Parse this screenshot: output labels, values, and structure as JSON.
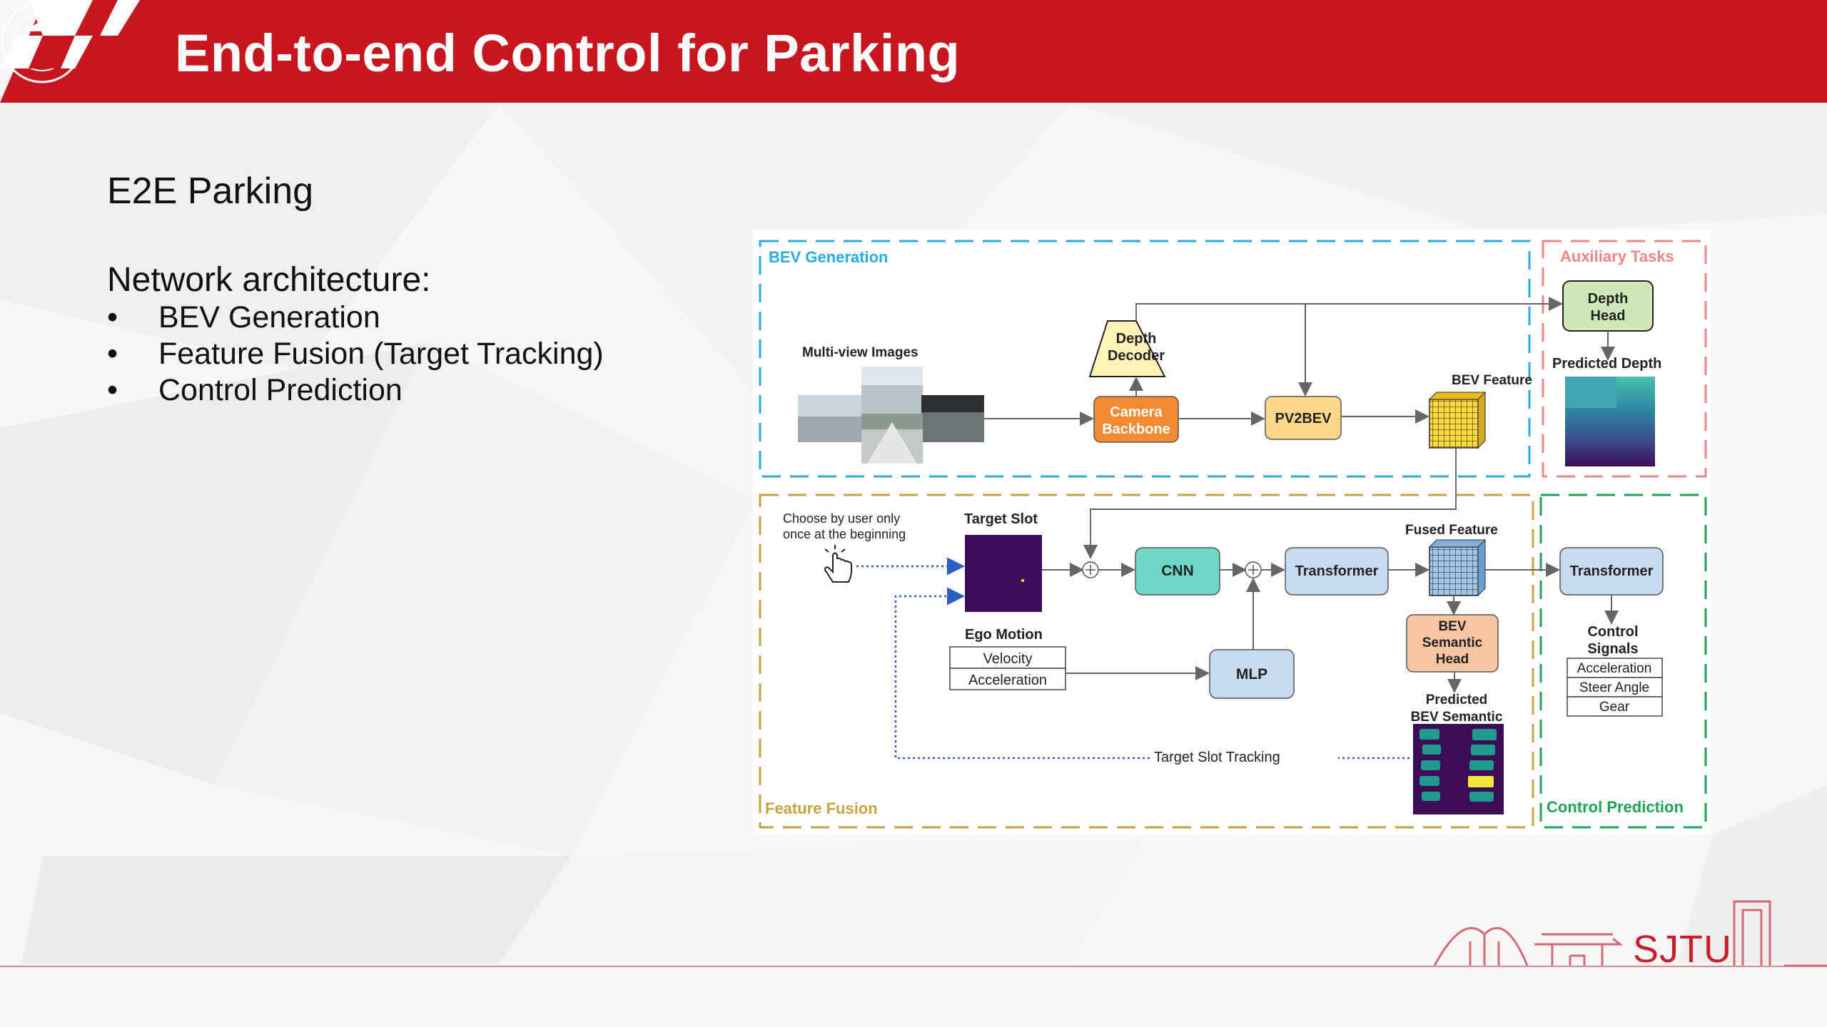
{
  "slide": {
    "title": "End-to-end Control for Parking",
    "subtitle": "E2E Parking",
    "section_heading": "Network architecture:",
    "bullets": [
      "BEV Generation",
      "Feature Fusion (Target Tracking)",
      "Control Prediction"
    ],
    "bullet_glyph": "•",
    "footer_brand": "SJTU",
    "colors": {
      "brand_red": "#c8161e",
      "bev_blue": "#29aae1",
      "aux_red": "#ef8585",
      "fusion_gold": "#c8a23e",
      "control_green": "#1ca455"
    }
  },
  "diagram": {
    "bev_generation": {
      "title": "BEV Generation",
      "multi_view_label": "Multi-view Images",
      "depth_decoder": "Depth\nDecoder",
      "camera_backbone": "Camera\nBackbone",
      "pv2bev": "PV2BEV",
      "bev_feature": "BEV Feature"
    },
    "auxiliary_tasks": {
      "title": "Auxiliary Tasks",
      "depth_head": "Depth\nHead",
      "predicted_depth": "Predicted Depth"
    },
    "feature_fusion": {
      "title": "Feature Fusion",
      "user_note": "Choose by user only\nonce at the beginning",
      "target_slot": "Target Slot",
      "cnn": "CNN",
      "transformer": "Transformer",
      "fused_feature": "Fused Feature",
      "bev_semantic_head": "BEV\nSemantic\nHead",
      "predicted_bev_semantic": "Predicted\nBEV Semantic",
      "ego_motion": "Ego Motion",
      "ego_fields": [
        "Velocity",
        "Acceleration"
      ],
      "mlp": "MLP",
      "target_slot_tracking": "Target Slot Tracking"
    },
    "control_prediction": {
      "title": "Control Prediction",
      "transformer": "Transformer",
      "control_signals": "Control\nSignals",
      "signals": [
        "Acceleration",
        "Steer Angle",
        "Gear"
      ]
    }
  }
}
